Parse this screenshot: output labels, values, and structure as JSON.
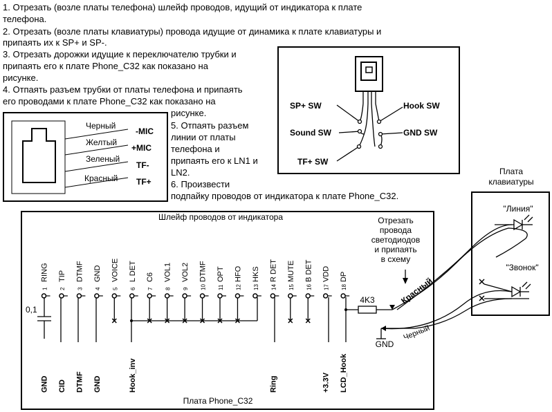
{
  "instructions": [
    {
      "lines": [
        "1. Отрезать (возле платы телефона) шлейф проводов, идущий от индикатора к плате",
        "телефона."
      ]
    },
    {
      "lines": [
        "2. Отрезать (возле платы клавиатуры) провода идущие от динамика к плате клавиатуры и",
        "припаять их к SP+ и SP-."
      ]
    },
    {
      "lines": [
        "3. Отрезать дорожки идущие к переключателю трубки и",
        "припаять его к плате Phone_C32 как показано на",
        "рисунке."
      ]
    },
    {
      "lines": [
        "4. Отпаять разъем трубки от платы телефона и припаять",
        "его проводами к плате Phone_C32 как показано на",
        "рисунке."
      ]
    },
    {
      "lines": [
        "5. Отпаять разъем",
        "линии от платы",
        "телефона и",
        "припаять его к LN1 и",
        "LN2."
      ]
    },
    {
      "lines": [
        "6. Произвести",
        "подпайку проводов от индикатора к плате Phone_C32."
      ]
    }
  ],
  "connector": {
    "wires": [
      "Черный",
      "Желтый",
      "Зеленый",
      "Красный"
    ],
    "signals": [
      "-MIC",
      "+MIC",
      "TF-",
      "TF+"
    ]
  },
  "hookswitch": {
    "labels": [
      "SP+ SW",
      "Hook SW",
      "Sound SW",
      "GND SW",
      "TF+ SW"
    ]
  },
  "keyboard_board": {
    "title_lines": [
      "Плата",
      "клавиатуры"
    ],
    "leds": [
      "\"Линия\"",
      "\"Звонок\""
    ]
  },
  "main_board": {
    "ribbon_title": "Шлейф проводов от индикатора",
    "board_label": "Плата Phone_C32",
    "pins": [
      {
        "num": "1",
        "name": "RING",
        "bottom": "GND"
      },
      {
        "num": "2",
        "name": "TIP",
        "bottom": "CID"
      },
      {
        "num": "3",
        "name": "DTMF",
        "bottom": "DTMF"
      },
      {
        "num": "4",
        "name": "GND",
        "bottom": "GND"
      },
      {
        "num": "5",
        "name": "VOICE",
        "bottom": ""
      },
      {
        "num": "6",
        "name": "L DET",
        "bottom": "Hook_inv"
      },
      {
        "num": "7",
        "name": "C6",
        "bottom": ""
      },
      {
        "num": "8",
        "name": "VOL1",
        "bottom": ""
      },
      {
        "num": "9",
        "name": "VOL2",
        "bottom": ""
      },
      {
        "num": "10",
        "name": "DTMF",
        "bottom": ""
      },
      {
        "num": "11",
        "name": "OPT",
        "bottom": ""
      },
      {
        "num": "12",
        "name": "HFO",
        "bottom": ""
      },
      {
        "num": "13",
        "name": "HKS",
        "bottom": ""
      },
      {
        "num": "14",
        "name": "R DET",
        "bottom": "Ring"
      },
      {
        "num": "15",
        "name": "MUTE",
        "bottom": ""
      },
      {
        "num": "16",
        "name": "B DET",
        "bottom": ""
      },
      {
        "num": "17",
        "name": "VDD",
        "bottom": "+3.3V"
      },
      {
        "num": "18",
        "name": "DP",
        "bottom": "LCD_Hook"
      }
    ],
    "capacitor": "0,1",
    "resistor": "4K3",
    "gnd": "GND",
    "note_lines": [
      "Отрезать",
      "провода",
      "светодиодов",
      "и припаять",
      "в схему"
    ],
    "wire_red": "Красный",
    "wire_black": "Черный"
  }
}
